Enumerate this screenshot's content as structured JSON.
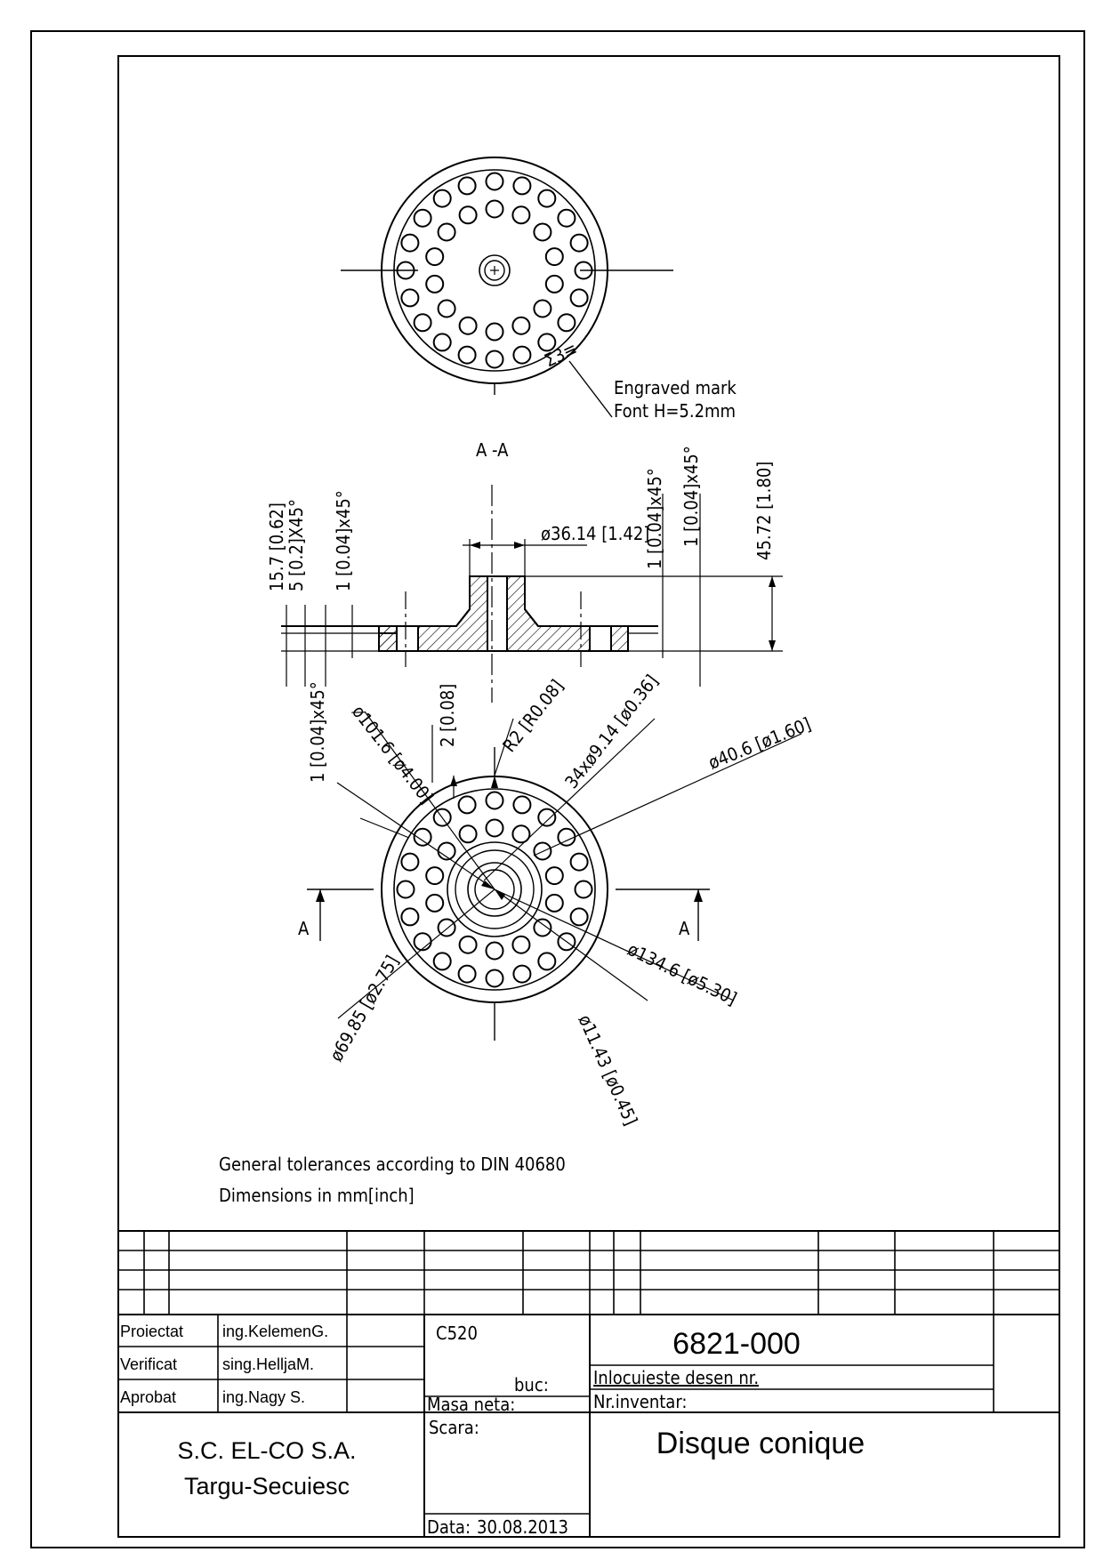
{
  "top_view": {
    "engraved_mark_text": "Σ3≡",
    "note_line1": "Engraved mark",
    "note_line2": "Font H=5.2mm"
  },
  "section": {
    "title": "A -A",
    "dim_bore": "ø36.14 [1.42]",
    "dim_15_7": "15.7 [0.62]",
    "dim_chamfer5": "5 [0.2]X45°",
    "dim_chamfer1_left": "1 [0.04]x45°",
    "dim_chamfer1_mid": "1 [0.04]x45°",
    "dim_chamfer1_right": "1 [0.04]x45°",
    "dim_height": "45.72 [1.80]"
  },
  "bottom_view": {
    "dim_chamfer1": "1 [0.04]x45°",
    "dim_outer_dia": "ø101.6 [ø4.00]",
    "dim_2": "2 [0.08]",
    "dim_r2": "R2 [R0.08]",
    "dim_holes": "34xø9.14 [ø0.36]",
    "dim_40_6": "ø40.6 [ø1.60]",
    "dim_134_6": "ø134.6 [ø5.30]",
    "dim_69_85": "ø69.85 [ø2.75]",
    "dim_11_43": "ø11.43 [ø0.45]",
    "section_left": "A",
    "section_right": "A"
  },
  "notes": {
    "line1": "General tolerances according  to  DIN 40680",
    "line2": "Dimensions in mm[inch]"
  },
  "title_block": {
    "proiectat_label": "Proiectat",
    "proiectat_value": "ing.KelemenG.",
    "verificat_label": "Verificat",
    "verificat_value": "sing.HelljaM.",
    "aprobat_label": "Aprobat",
    "aprobat_value": "ing.Nagy S.",
    "material": "C520",
    "buc_label": "buc:",
    "masa_label": "Masa neta:",
    "scara_label": "Scara:",
    "data_label": "Data:",
    "data_value": "30.08.2013",
    "drawing_number": "6821-000",
    "replaces_label": "Inlocuieste desen nr.",
    "inventory_label": "Nr.inventar:",
    "company_line1": "S.C. EL-CO S.A.",
    "company_line2": "Targu-Secuiesc",
    "part_name": "Disque conique"
  }
}
